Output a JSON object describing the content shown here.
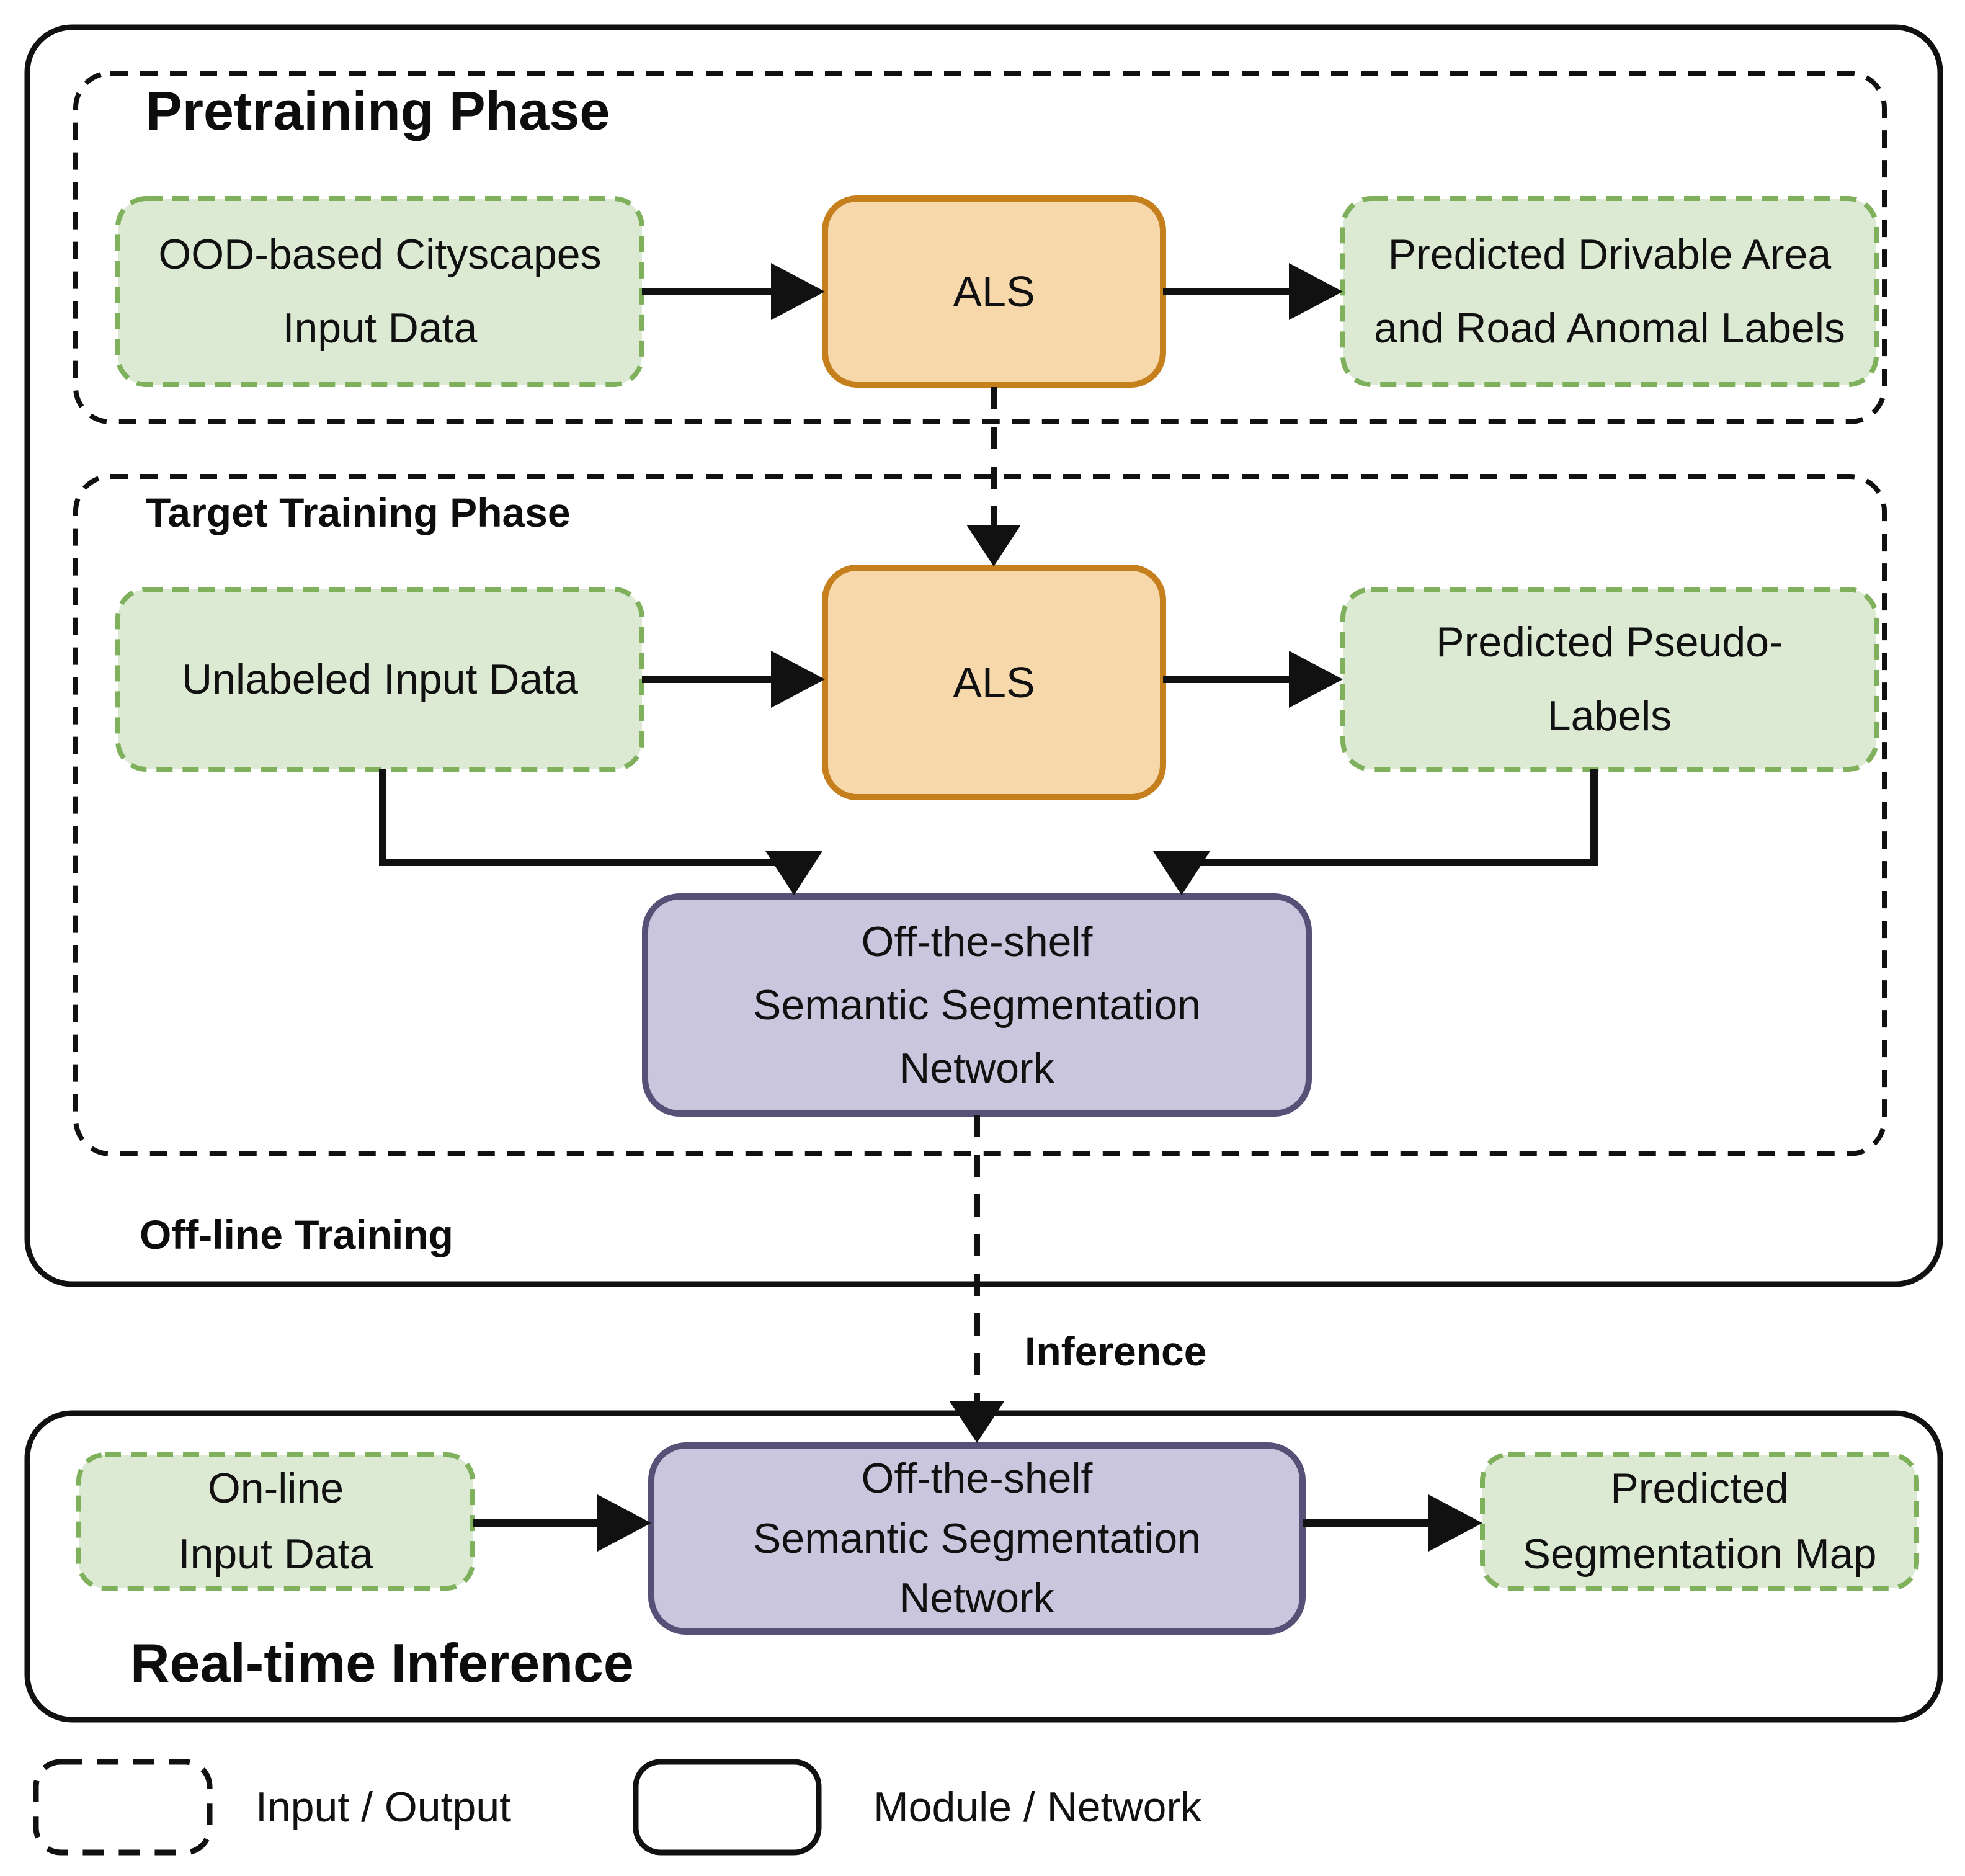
{
  "figure": {
    "type": "pipeline-diagram",
    "colors": {
      "background": "#ffffff",
      "io_fill": "#dcead4",
      "io_border": "#7fb05c",
      "module_fill": "#f7d8ab",
      "module_border": "#c5801d",
      "network_fill": "#cac6de",
      "network_border": "#575077",
      "line": "#111111"
    },
    "offline": {
      "label": "Off-line Training",
      "pretraining": {
        "title": "Pretraining Phase",
        "input_label": "OOD-based Cityscapes\nInput Data",
        "module_label": "ALS",
        "output_label": "Predicted Drivable Area\nand Road Anomal Labels"
      },
      "target": {
        "title": "Target Training Phase",
        "input_label": "Unlabeled Input Data",
        "module_label": "ALS",
        "output_label": "Predicted Pseudo-\nLabels",
        "network_label": "Off-the-shelf\nSemantic Segmentation\nNetwork"
      }
    },
    "inference": {
      "arrow_label": "Inference"
    },
    "realtime": {
      "label": "Real-time Inference",
      "input_label": "On-line\nInput Data",
      "network_label": "Off-the-shelf\nSemantic Segmentation\nNetwork",
      "output_label": "Predicted\nSegmentation Map"
    },
    "legend": {
      "io_label": "Input / Output",
      "module_label": "Module / Network"
    }
  }
}
